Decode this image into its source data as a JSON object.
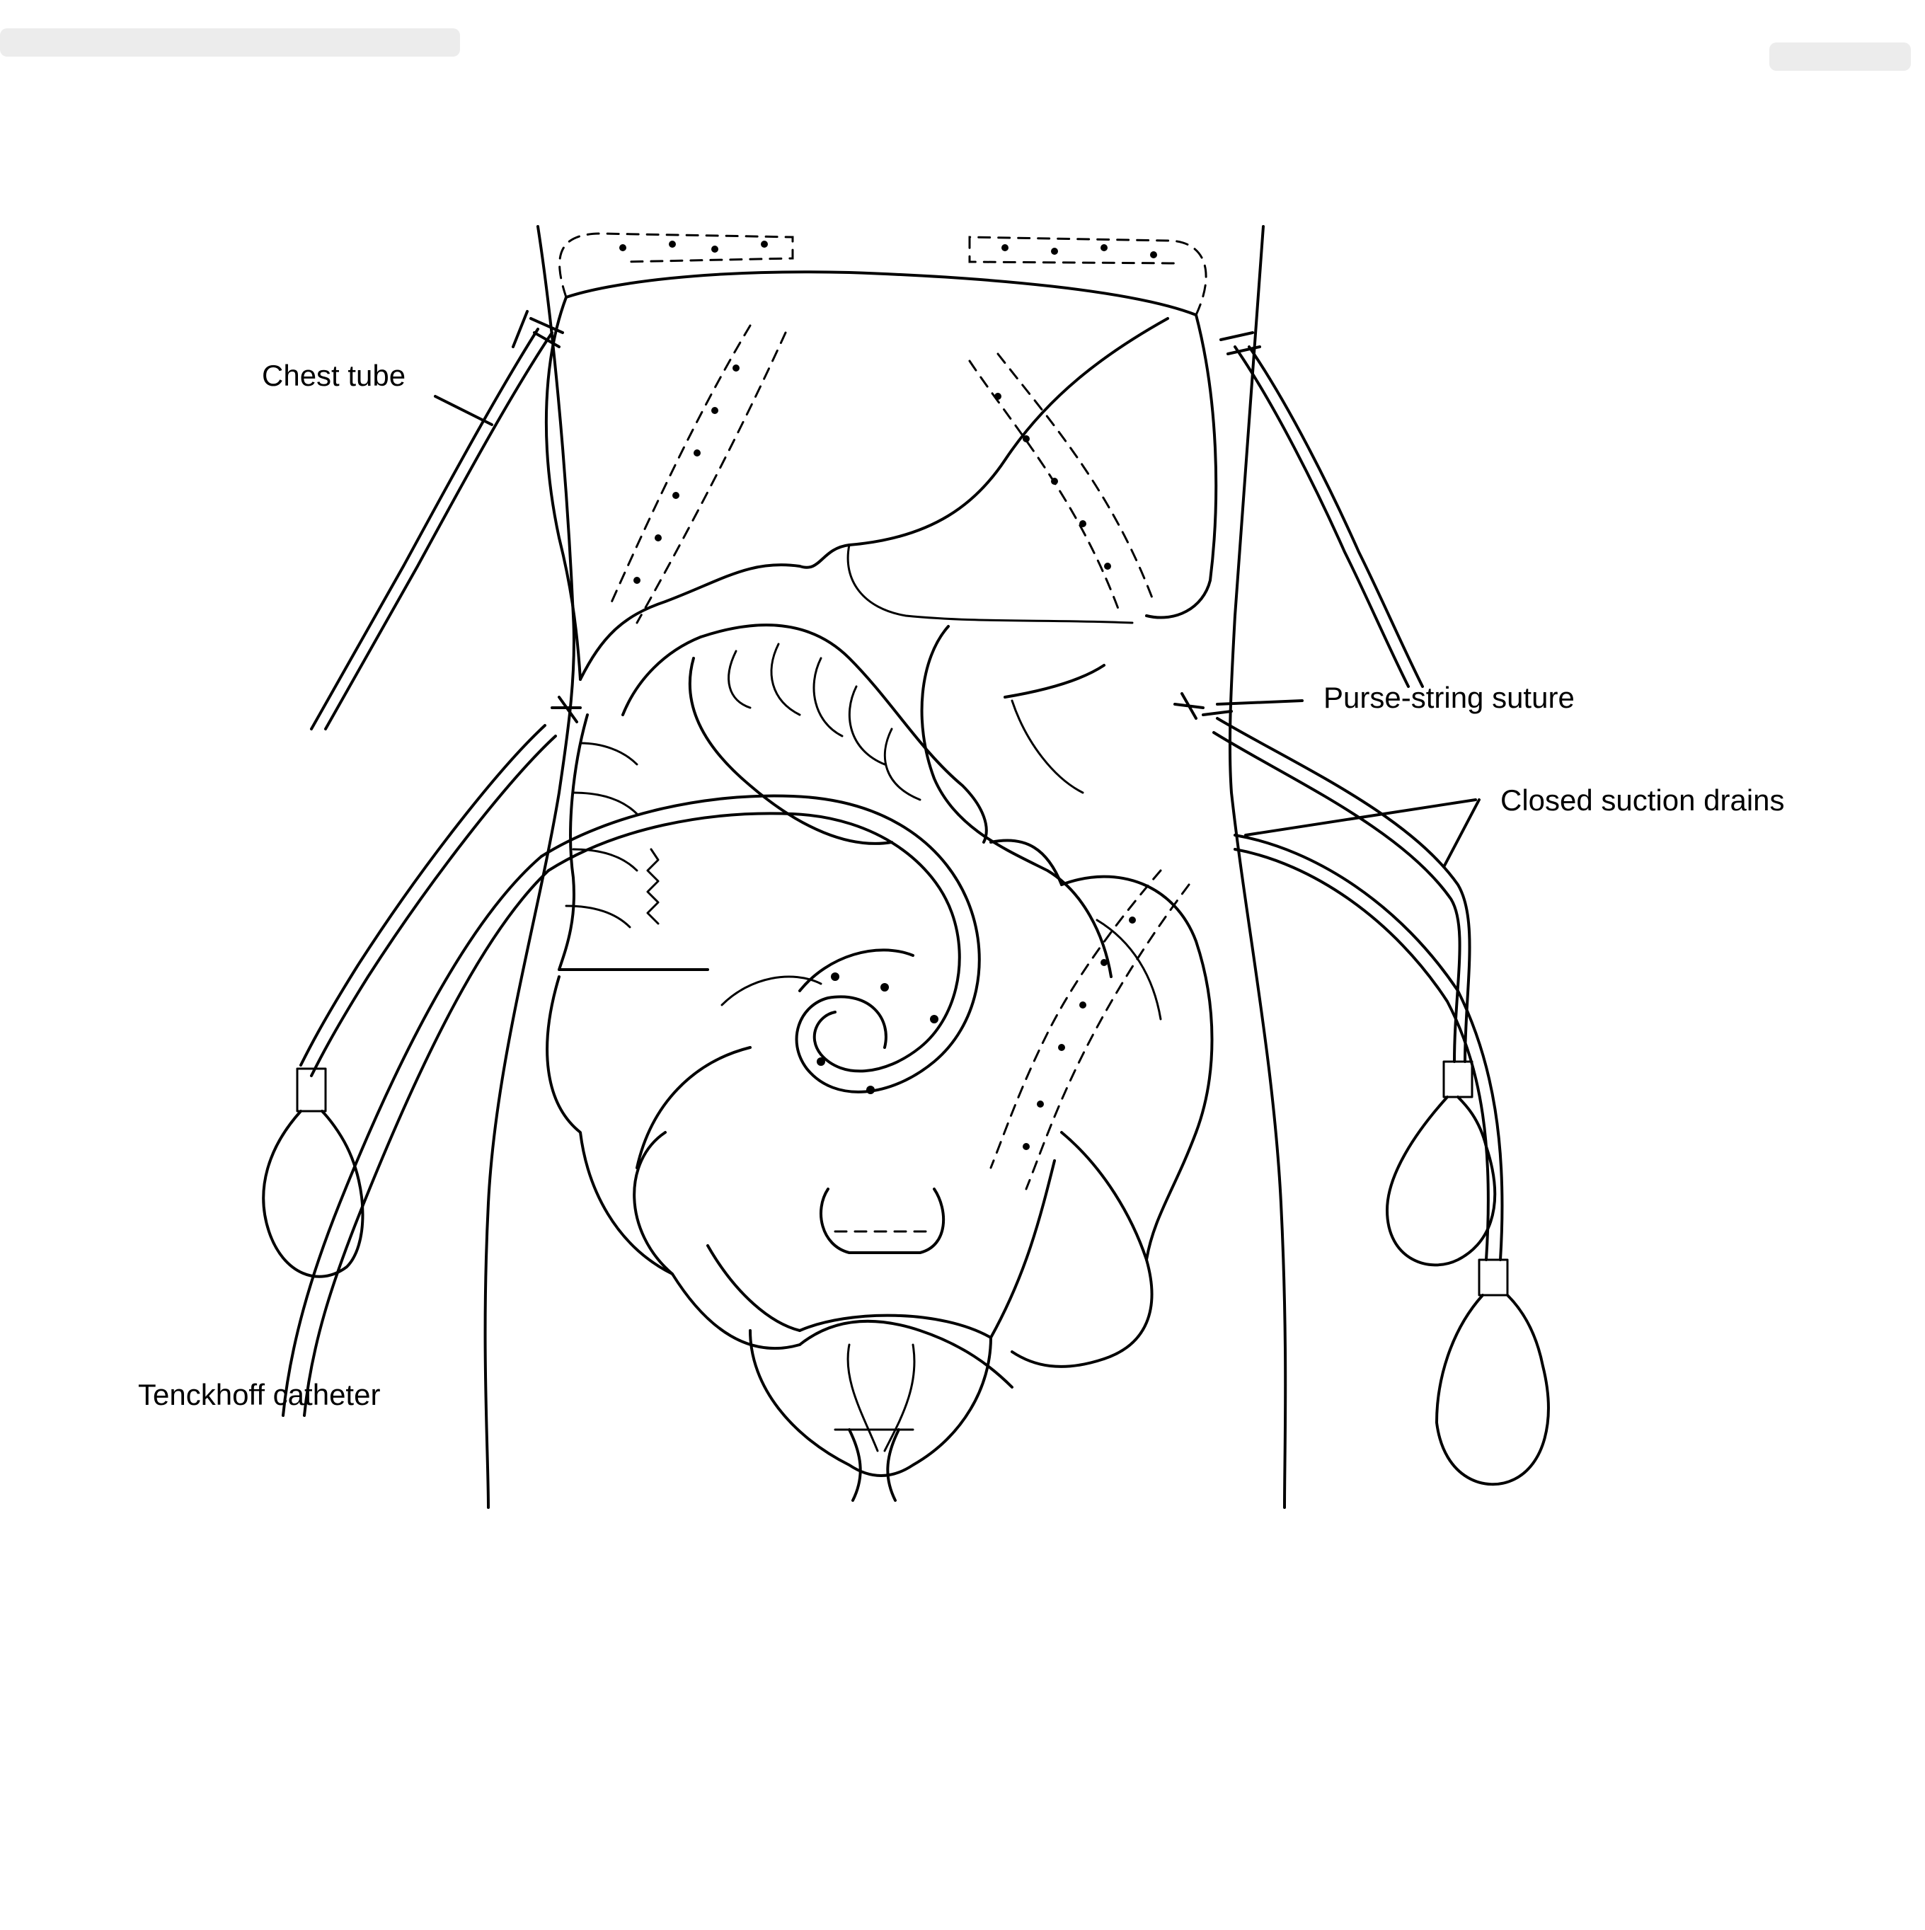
{
  "labels": {
    "chest_tube": "Chest tube",
    "purse_string_suture": "Purse-string suture",
    "closed_suction_drains": "Closed suction drains",
    "tenckhoff_catheter": "Tenckhoff catheter"
  },
  "colors": {
    "line": "#000000",
    "background": "#ffffff"
  }
}
